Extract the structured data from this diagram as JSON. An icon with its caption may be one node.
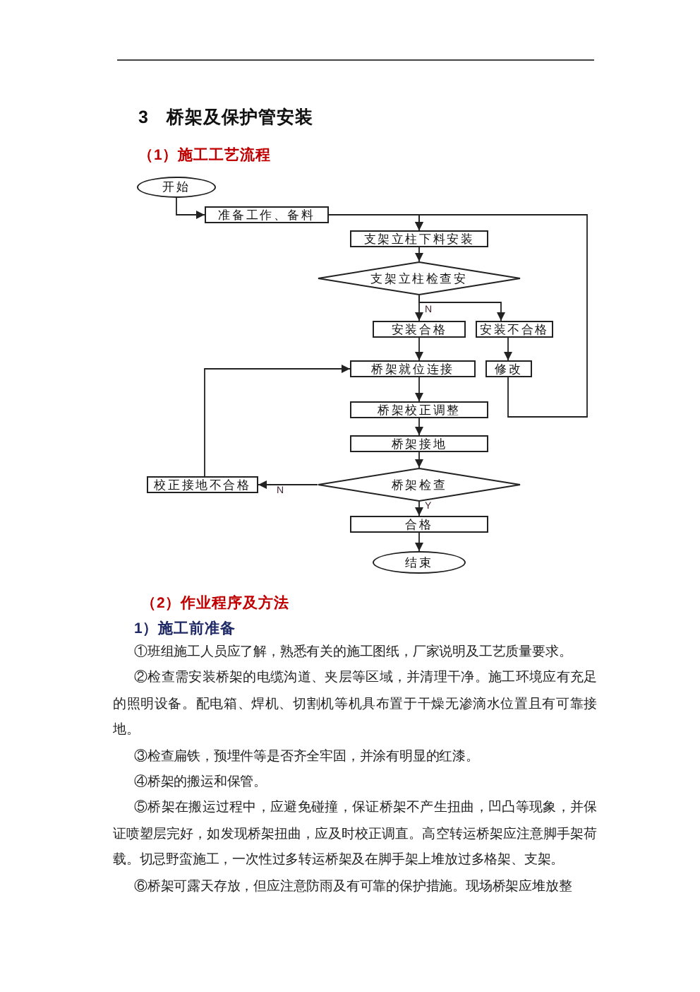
{
  "diagram": {
    "title": "3　桥架及保护管安装",
    "nodes": [
      {
        "text": [
          "开始"
        ]
      },
      {
        "text": [
          "准备工作、备料"
        ]
      },
      {
        "text": [
          "支架立柱下料安装"
        ]
      },
      {
        "text": [
          "支架立柱检查安"
        ]
      },
      {
        "text": [
          "安装合格"
        ]
      },
      {
        "text": [
          "安装不合格"
        ]
      },
      {
        "text": [
          "桥架就位连接"
        ]
      },
      {
        "text": [
          "修改"
        ]
      },
      {
        "text": [
          "桥架校正调整"
        ]
      },
      {
        "text": [
          "桥架接地"
        ]
      },
      {
        "text": [
          "校正接地不合格"
        ]
      },
      {
        "text": [
          "桥架检查"
        ]
      },
      {
        "text": [
          "合格"
        ]
      },
      {
        "text": [
          "结束"
        ]
      }
    ],
    "edges": [
      {
        "from": 0,
        "to": 1,
        "arrow": "to"
      },
      {
        "from": 1,
        "to": 2,
        "arrow": "to"
      },
      {
        "from": 2,
        "to": 3,
        "arrow": "to"
      },
      {
        "from": 3,
        "to": 4,
        "arrow": "to"
      },
      {
        "from": 3,
        "to": 5,
        "arrow": "to",
        "label": "N"
      },
      {
        "from": 4,
        "to": 6,
        "arrow": "to"
      },
      {
        "from": 5,
        "to": 7,
        "arrow": "to"
      },
      {
        "from": 7,
        "to": 2,
        "arrow": "to"
      },
      {
        "from": 6,
        "to": 8,
        "arrow": "to"
      },
      {
        "from": 8,
        "to": 9,
        "arrow": "to"
      },
      {
        "from": 9,
        "to": 11,
        "arrow": "to"
      },
      {
        "from": 11,
        "to": 10,
        "arrow": "to",
        "label": "N"
      },
      {
        "from": 10,
        "to": 6,
        "arrow": "to"
      },
      {
        "from": 11,
        "to": 12,
        "arrow": "to",
        "label": "Y"
      },
      {
        "from": 12,
        "to": 13,
        "arrow": "to"
      }
    ],
    "labels": [
      "（1）施工工艺流程",
      "（2）作业程序及方法",
      "1）施工前准备",
      "①班组施工人员应了解，熟悉有关的施工图纸，厂家说明及工艺质量要求。",
      "②检查需安装桥架的电缆沟道、夹层等区域，并清理干净。施工环境应有充足的照明设备。配电箱、焊机、切割机等机具布置于干燥无渗滴水位置且有可靠接地。",
      "③检查扁铁，预埋件等是否齐全牢固，并涂有明显的红漆。",
      "④桥架的搬运和保管。",
      "⑤桥架在搬运过程中，应避免碰撞，保证桥架不产生扭曲，凹凸等现象，并保证喷塑层完好，如发现桥架扭曲，应及时校正调直。高空转运桥架应注意脚手架荷载。切忌野蛮施工，一次性过多转运桥架及在脚手架上堆放过多格架、支架。",
      "⑥桥架可露天存放，但应注意防雨及有可靠的保护措施。现场桥架应堆放整"
    ]
  }
}
